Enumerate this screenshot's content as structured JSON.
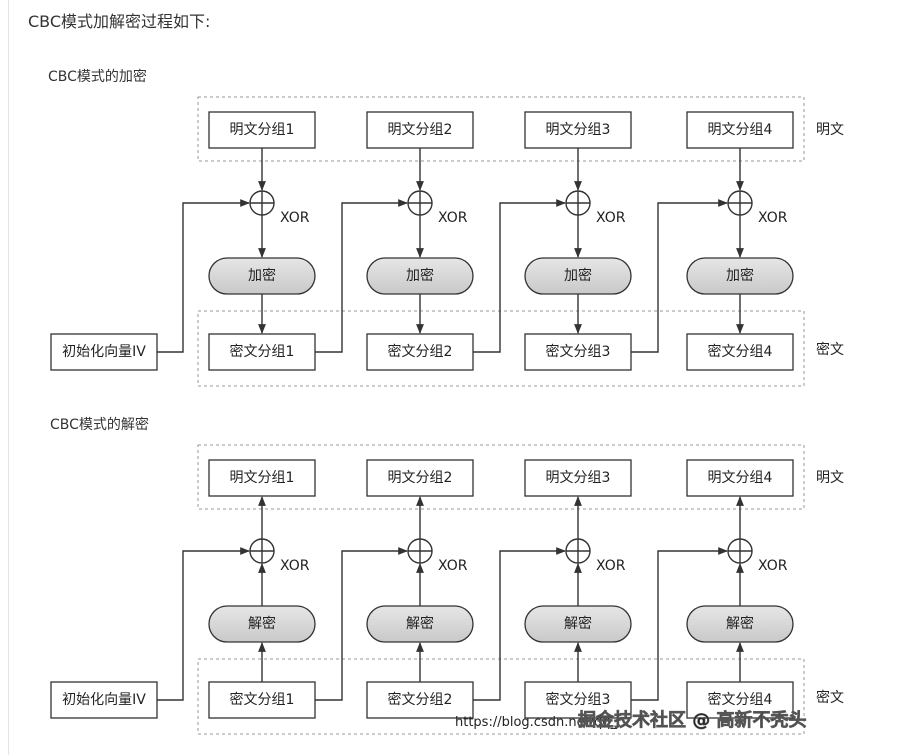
{
  "intro": "CBC模式加解密过程如下:",
  "encryption": {
    "caption": "CBC模式的加密",
    "plaintext_label": "明文",
    "ciphertext_label": "密文",
    "iv_label": "初始化向量IV",
    "plaintext_blocks": [
      "明文分组1",
      "明文分组2",
      "明文分组3",
      "明文分组4"
    ],
    "ciphertext_blocks": [
      "密文分组1",
      "密文分组2",
      "密文分组3",
      "密文分组4"
    ],
    "op_label": "加密",
    "xor_label": "XOR"
  },
  "decryption": {
    "caption": "CBC模式的解密",
    "plaintext_label": "明文",
    "ciphertext_label": "密文",
    "iv_label": "初始化向量IV",
    "plaintext_blocks": [
      "明文分组1",
      "明文分组2",
      "明文分组3",
      "明文分组4"
    ],
    "ciphertext_blocks": [
      "密文分组1",
      "密文分组2",
      "密文分组3",
      "密文分组4"
    ],
    "op_label": "解密",
    "xor_label": "XOR"
  },
  "watermark": {
    "text": "掘金技术社区 @ 高新不秃头",
    "url": "https://blog.csdn.net/qq_..."
  }
}
